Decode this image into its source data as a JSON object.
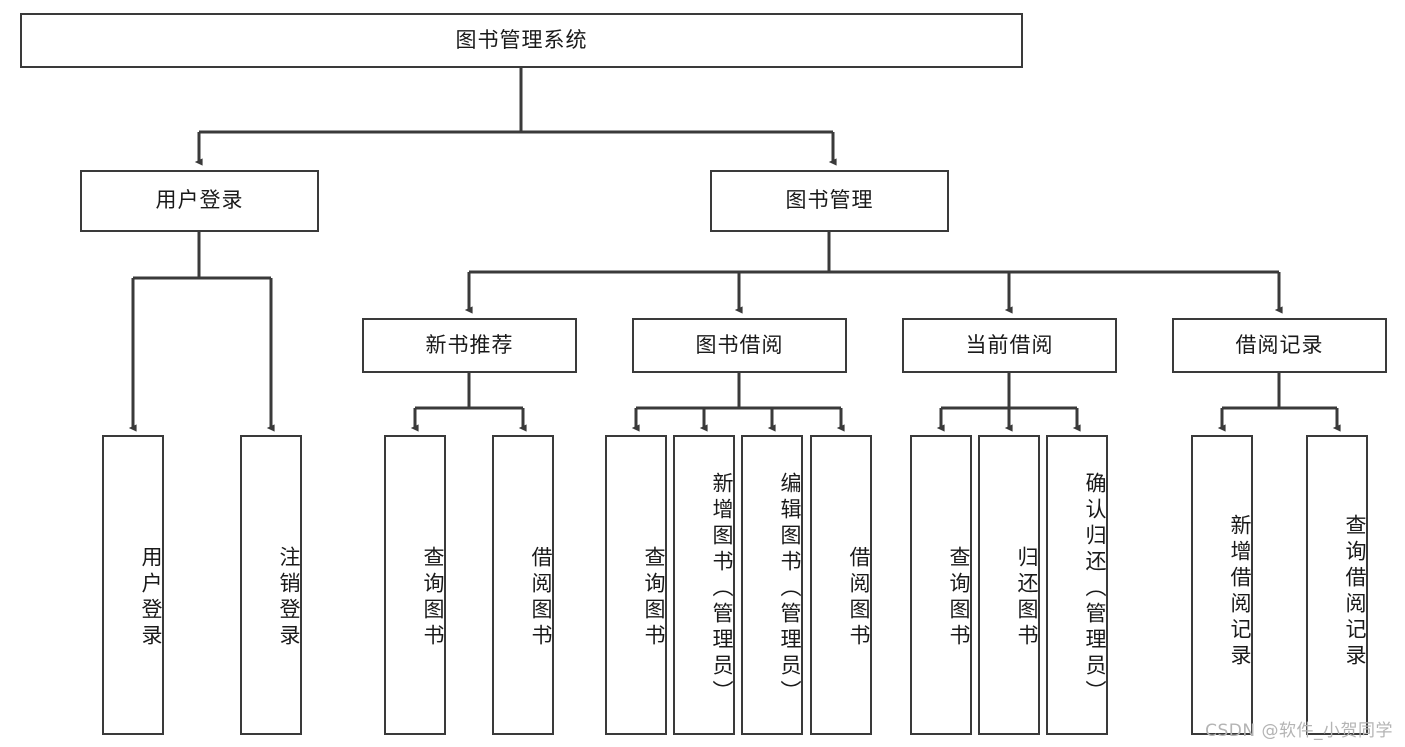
{
  "diagram": {
    "type": "tree-hierarchy",
    "title": "图书管理系统",
    "stroke_color": "#3a3a3a",
    "fill_color": "#ffffff",
    "text_color": "#1a1a1a",
    "root": {
      "label": "图书管理系统"
    },
    "level1": [
      {
        "label": "用户登录"
      },
      {
        "label": "图书管理"
      }
    ],
    "level2": [
      {
        "label": "新书推荐"
      },
      {
        "label": "图书借阅"
      },
      {
        "label": "当前借阅"
      },
      {
        "label": "借阅记录"
      }
    ],
    "leaves": {
      "user_login": [
        {
          "label": "用户登录"
        },
        {
          "label": "注销登录"
        }
      ],
      "new_book_recommend": [
        {
          "label": "查询图书"
        },
        {
          "label": "借阅图书"
        }
      ],
      "book_borrow": [
        {
          "label": "查询图书"
        },
        {
          "label": "新增图书（管理员）"
        },
        {
          "label": "编辑图书（管理员）"
        },
        {
          "label": "借阅图书"
        }
      ],
      "current_borrow": [
        {
          "label": "查询图书"
        },
        {
          "label": "归还图书"
        },
        {
          "label": "确认归还（管理员）"
        }
      ],
      "borrow_record": [
        {
          "label": "新增借阅记录"
        },
        {
          "label": "查询借阅记录"
        }
      ]
    }
  },
  "watermark": {
    "text": "CSDN @软件_小贺同学",
    "color": "#b4b4b4"
  }
}
